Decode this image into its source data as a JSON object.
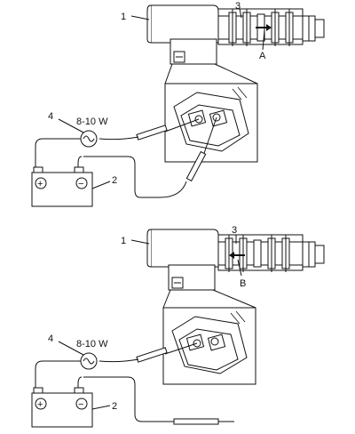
{
  "top": {
    "callouts": {
      "valve": "1",
      "battery": "2",
      "spool": "3",
      "bulb": "4",
      "arrow": "A"
    },
    "wattage": "8-10 W",
    "battery_pos": "+",
    "battery_neg": "−"
  },
  "bottom": {
    "callouts": {
      "valve": "1",
      "battery": "2",
      "spool": "3",
      "bulb": "4",
      "arrow": "B"
    },
    "wattage": "8-10 W",
    "battery_pos": "+",
    "battery_neg": "−"
  }
}
